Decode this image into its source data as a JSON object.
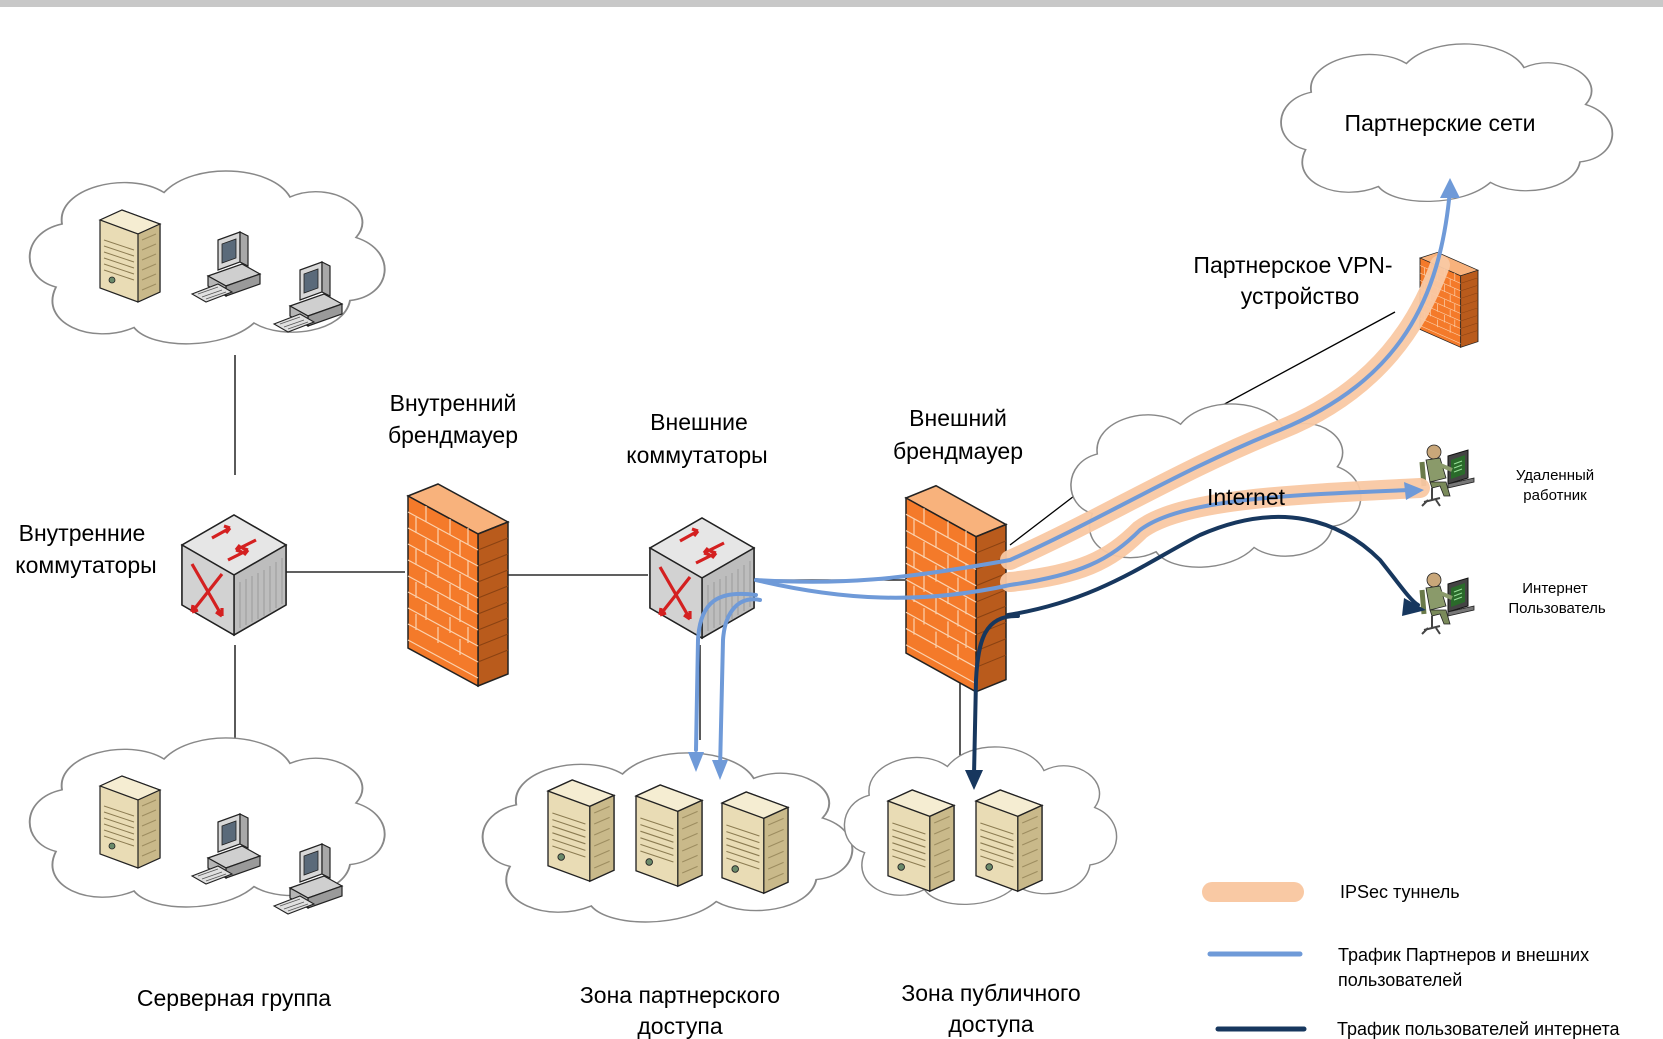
{
  "labels": {
    "partner_networks": "Партнерские сети",
    "partner_vpn_line1": "Партнерское VPN-",
    "partner_vpn_line2": "устройство",
    "internal_switches_line1": "Внутренние",
    "internal_switches_line2": "коммутаторы",
    "internal_firewall_line1": "Внутренний",
    "internal_firewall_line2": "брендмауер",
    "external_switches_line1": "Внешние",
    "external_switches_line2": "коммутаторы",
    "external_firewall_line1": "Внешний",
    "external_firewall_line2": "брендмауер",
    "internet": "Internet",
    "remote_worker_line1": "Удаленный",
    "remote_worker_line2": "работник",
    "internet_user_line1": "Интернет",
    "internet_user_line2": "Пользователь",
    "server_group": "Серверная группа",
    "partner_zone_line1": "Зона партнерского",
    "partner_zone_line2": "доступа",
    "public_zone_line1": "Зона публичного",
    "public_zone_line2": "доступа"
  },
  "legend": {
    "ipsec": "IPSec туннель",
    "partner_traffic_line1": "Трафик Партнеров и внешних",
    "partner_traffic_line2": "пользователей",
    "internet_traffic": "Трафик пользователей интернета"
  },
  "colors": {
    "ipsec_tunnel": "#f9c9a4",
    "partner_traffic": "#6f9ad8",
    "internet_traffic": "#17375e",
    "firewall_orange": "#f47a2a",
    "cloud_stroke": "#888888"
  }
}
